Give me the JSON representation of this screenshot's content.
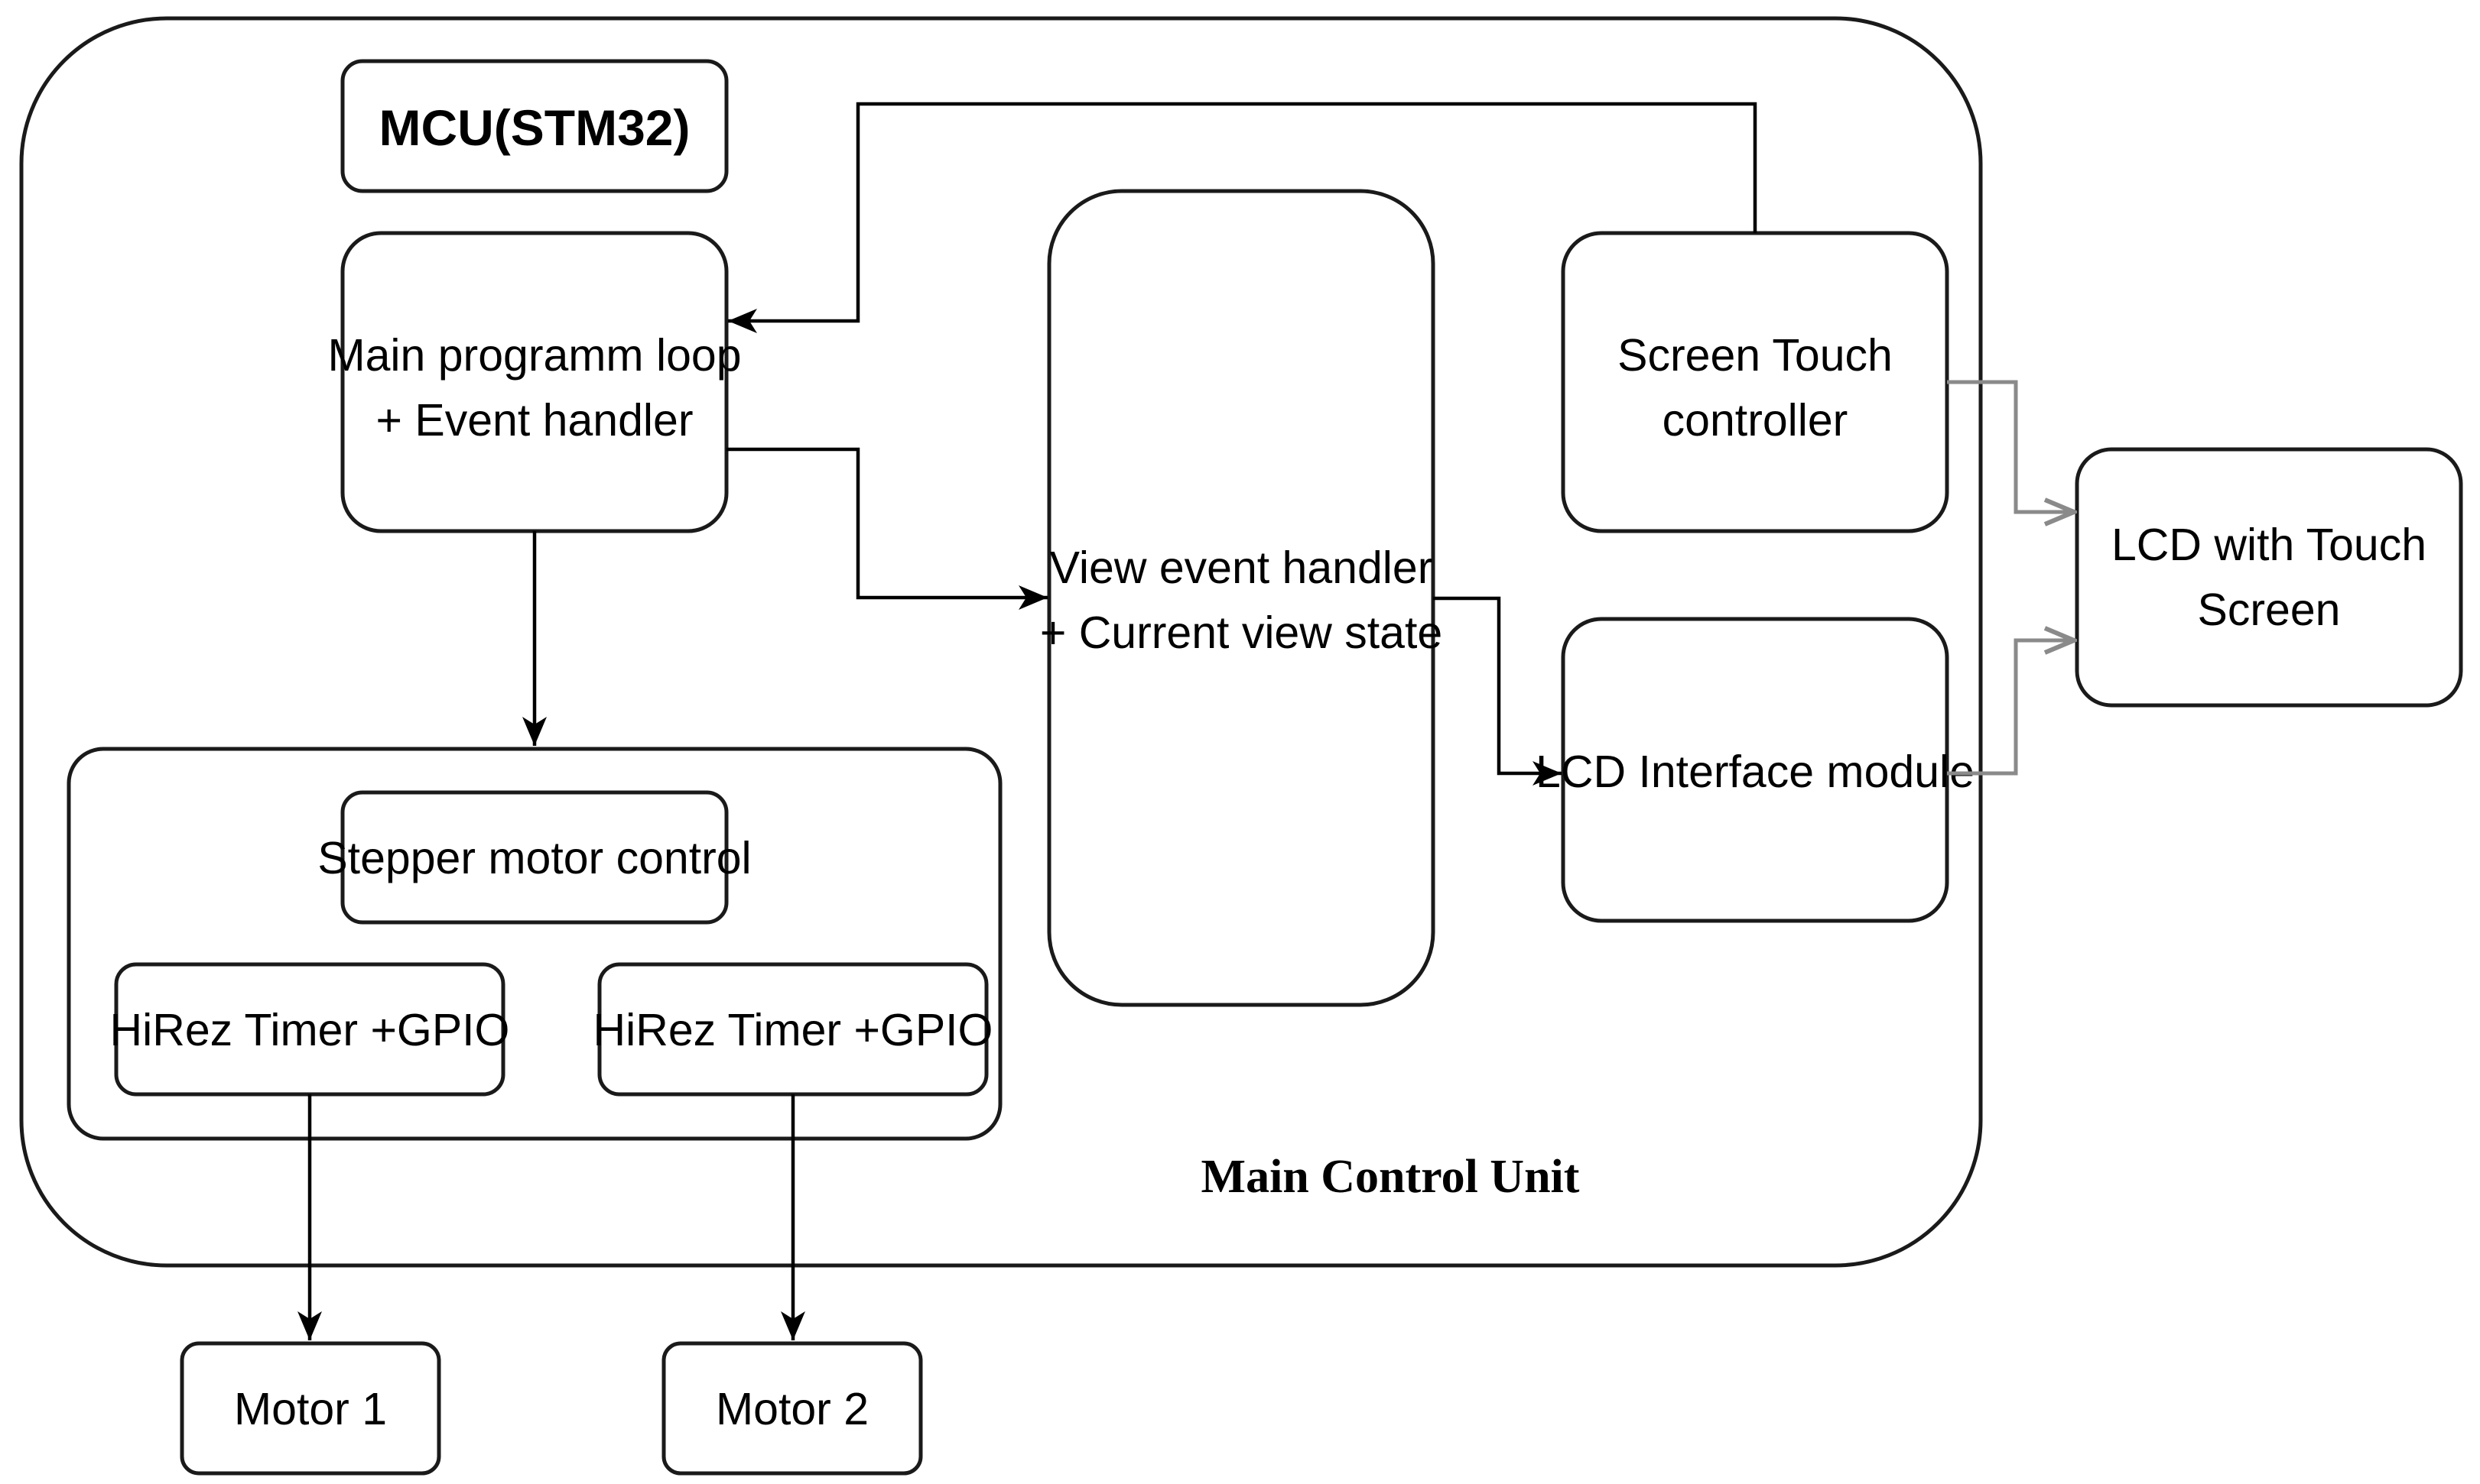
{
  "main_unit": {
    "label": "Main Control Unit"
  },
  "mcu": {
    "label": "MCU(STM32)"
  },
  "main_loop": {
    "line1": "Main programm loop",
    "line2": "+ Event handler"
  },
  "view_handler": {
    "line1": "View event handler",
    "line2": "+ Current view state"
  },
  "touch_controller": {
    "line1": "Screen Touch",
    "line2": "controller"
  },
  "lcd_interface": {
    "label": "LCD Interface module"
  },
  "lcd_screen": {
    "line1": "LCD with Touch",
    "line2": "Screen"
  },
  "stepper": {
    "label": "Stepper motor control"
  },
  "timer1": {
    "label": "HiRez Timer +GPIO"
  },
  "timer2": {
    "label": "HiRez Timer +GPIO"
  },
  "motor1": {
    "label": "Motor 1"
  },
  "motor2": {
    "label": "Motor 2"
  },
  "colors": {
    "line": "#000000",
    "display_link": "#8a8a8a",
    "border": "#1a1a1a"
  }
}
